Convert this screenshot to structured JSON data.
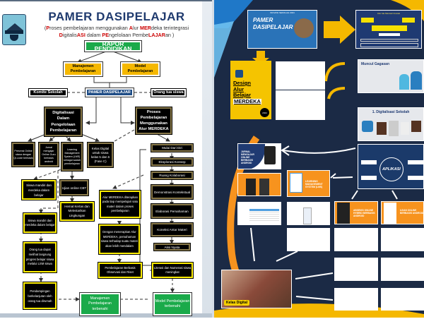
{
  "left_panel": {
    "title": "PAMER DASIPELAJAR",
    "subtitle_line1_parts": [
      "(",
      "P",
      "roses pembelajaran menggunakan ",
      "A",
      "lur ",
      "MER",
      "deka terintegrasi"
    ],
    "subtitle_line2_parts": [
      "D",
      "igitalis",
      "ASI",
      " dalam ",
      "PE",
      "ngelolaan Pembe",
      "LAJAR",
      "an )"
    ],
    "nodes": {
      "rapor": "RAPOR PENDIDIKAN",
      "manajemen": "Manajemen Pembelajaran",
      "model": "Model Pembelajaran",
      "komite": "Komite Sekolah",
      "pamer": "PAMER DASIPELAJAR",
      "orangtua": "Orang tua siswa",
      "digitalisasi": "Digitalisasi Dalam Pengelolaan Pembelajaran",
      "proses": "Proses Pembelajaran Menggunakan Alur MERDEKA",
      "presensi": "Presensi Online siswa dengan Qr-code berbasis",
      "jurnal": "Jurnal mengajar Online Guru berbasis android",
      "lms": "Learning Management System (LMS) sebagai wadah pembelajaran",
      "kelas_digital": "Kelas Digital untuk siswa kelas 5 dan 6 (Fase C)",
      "siswa_mandiri1": "Siswa mandiri dan merdeka dalam belajar",
      "ujian": "Ujian online CBT",
      "hemat": "Hemat Kertas dan Melestarikan Lingkungan",
      "siswa_mandiri2": "Siswa mandiri dan merdeka dalam belajar",
      "orangtua_lihat": "Orang tua dapat melihat langsung progres belajar siswa melalui LSM siswa",
      "pendampingan": "Pendampingan berkelanjutan oleh orang tua dirumah",
      "alur_merdeka": "Alur MERDEKA diterapkan pada tiap mempelajari satu materi dalam proses pembelajaran",
      "dengan_menerapkan": "Dengan menerapkan Alur MERDEKA, pemahaman siswa terhadap suatu materi akan lebih mendalam",
      "pembelajaran_berbasis": "Pembelajaran Berbasis Observasi dan Riset",
      "literasi": "Literasi dan Numerasi siswa meningkat",
      "mulai": "Mulai Dari Diri",
      "eksplorasi": "Eksplorasi Konsep",
      "ruang": "Ruang Kolaborasi",
      "demonstrasi": "Demonstrasi Kontekstual",
      "elaborasi": "Elaborasi Pemahaman",
      "koneksi": "Koneksi Antar Materi",
      "aksi": "Aksi Nyata",
      "manajemen_terbenahi": "Manajemen Pembelajaran terbenahi",
      "model_terbenahi": "Model Pembelajaran terbenahi"
    }
  },
  "right_panel": {
    "cover": {
      "header": "INOVASI SEKOLAH 2024",
      "title1": "PAMER",
      "title2": "DASIPELAJAR"
    },
    "alur": {
      "title": "Alur Ide Mencari Inovasi"
    },
    "book": {
      "title_lines": [
        "Design",
        "Alur",
        "Belajar",
        "MERDEKA"
      ],
      "year": "2024"
    },
    "muncul": {
      "title": "Muncul Gagasan"
    },
    "digitalisasi": {
      "title": "1. Digitalisasi Sekolah"
    },
    "aplikasi": {
      "title": "APLIKASI"
    },
    "jurnal": {
      "title": "JURNAL MENGAJAR ONLINE BERBASIS ANDROID"
    },
    "lms": {
      "title": "LEARNING MANAGEMENT SYSTEM (LMS)"
    },
    "absensi": {
      "title": "ABSENSI ONLINE HYBRID BERBASIS ANDROID"
    },
    "ujian": {
      "title": "UJIAN ONLINE BERBASIS ANDROID"
    },
    "kelas_digital": {
      "label": "Kelas Digital"
    }
  },
  "colors": {
    "navy": "#1b2a45",
    "orange": "#f7931e",
    "yellow": "#f5b800",
    "green": "#1aaa4a",
    "red": "#cc0000",
    "title_blue": "#1f3a6e"
  }
}
